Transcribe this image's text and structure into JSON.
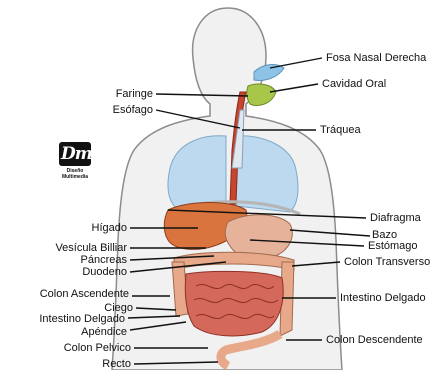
{
  "logo": {
    "initials": "Dm",
    "line1": "Diseño",
    "line2": "Multimedia"
  },
  "labels_right": [
    "Fosa Nasal Derecha",
    "Cavidad Oral",
    "Tráquea",
    "Diafragma",
    "Bazo",
    "Estómago",
    "Colon Transverso",
    "Intestino Delgado",
    "Colon Descendente"
  ],
  "labels_left": [
    "Faringe",
    "Esófago",
    "Hígado",
    "Vesícula Billiar",
    "Páncreas",
    "Duodeno",
    "Colon Ascendente",
    "Ciego",
    "Intestino Delgado",
    "Apéndice",
    "Colon Pelvico",
    "Recto"
  ],
  "colors": {
    "body_fill": "#f1f1f1",
    "body_outline": "#8c8c8c",
    "lungs": "#bcd9ef",
    "liver": "#d9743f",
    "stomach": "#e6b39a",
    "intestine": "#d4685a",
    "colon": "#e7a98a",
    "mouth": "#a7c64a",
    "nasal": "#8cc3e6",
    "esophagus": "#c8442e"
  }
}
